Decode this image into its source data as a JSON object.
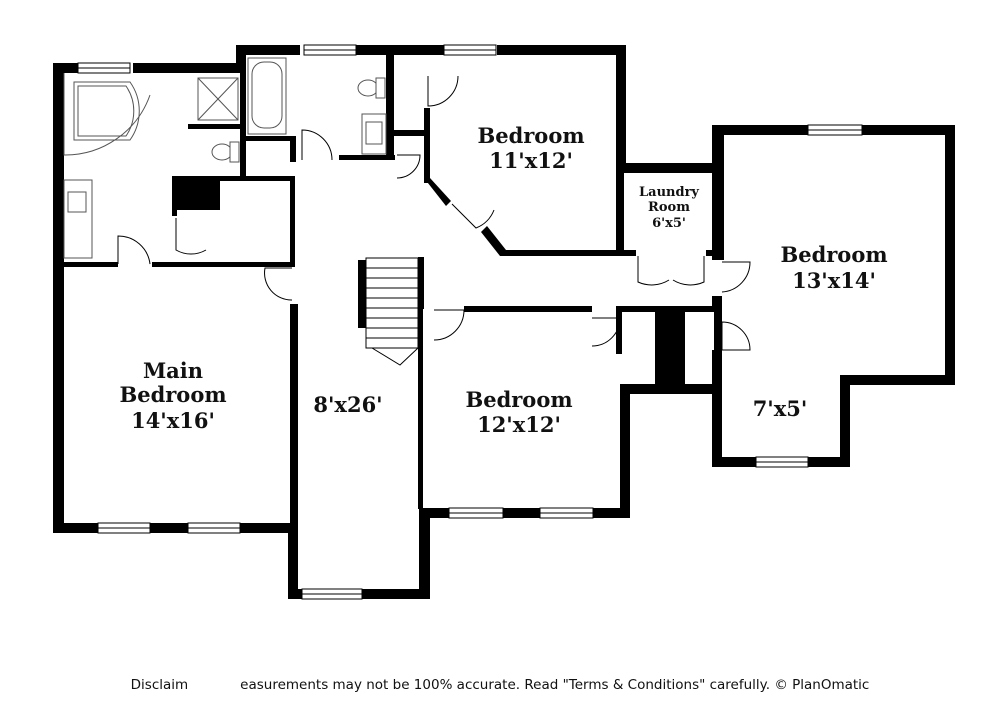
{
  "plan": {
    "rooms": {
      "main_bedroom": {
        "name_line1": "Main",
        "name_line2": "Bedroom",
        "dims": "14'x16'"
      },
      "hall": {
        "dims": "8'x26'"
      },
      "bedroom_north": {
        "name": "Bedroom",
        "dims": "11'x12'"
      },
      "bedroom_south": {
        "name": "Bedroom",
        "dims": "12'x12'"
      },
      "bedroom_east": {
        "name": "Bedroom",
        "dims": "13'x14'"
      },
      "laundry": {
        "name_line1": "Laundry",
        "name_line2": "Room",
        "dims": "6'x5'"
      },
      "closet": {
        "dims": "7'x5'"
      }
    },
    "colors": {
      "wall": "#000000",
      "fixture": "#555555",
      "background": "#ffffff"
    }
  },
  "footer": {
    "disclaimer_start": "Disclaim",
    "disclaimer_rest": "easurements may not be 100% accurate. Read \"Terms & Conditions\" carefully. © PlanOmatic"
  }
}
